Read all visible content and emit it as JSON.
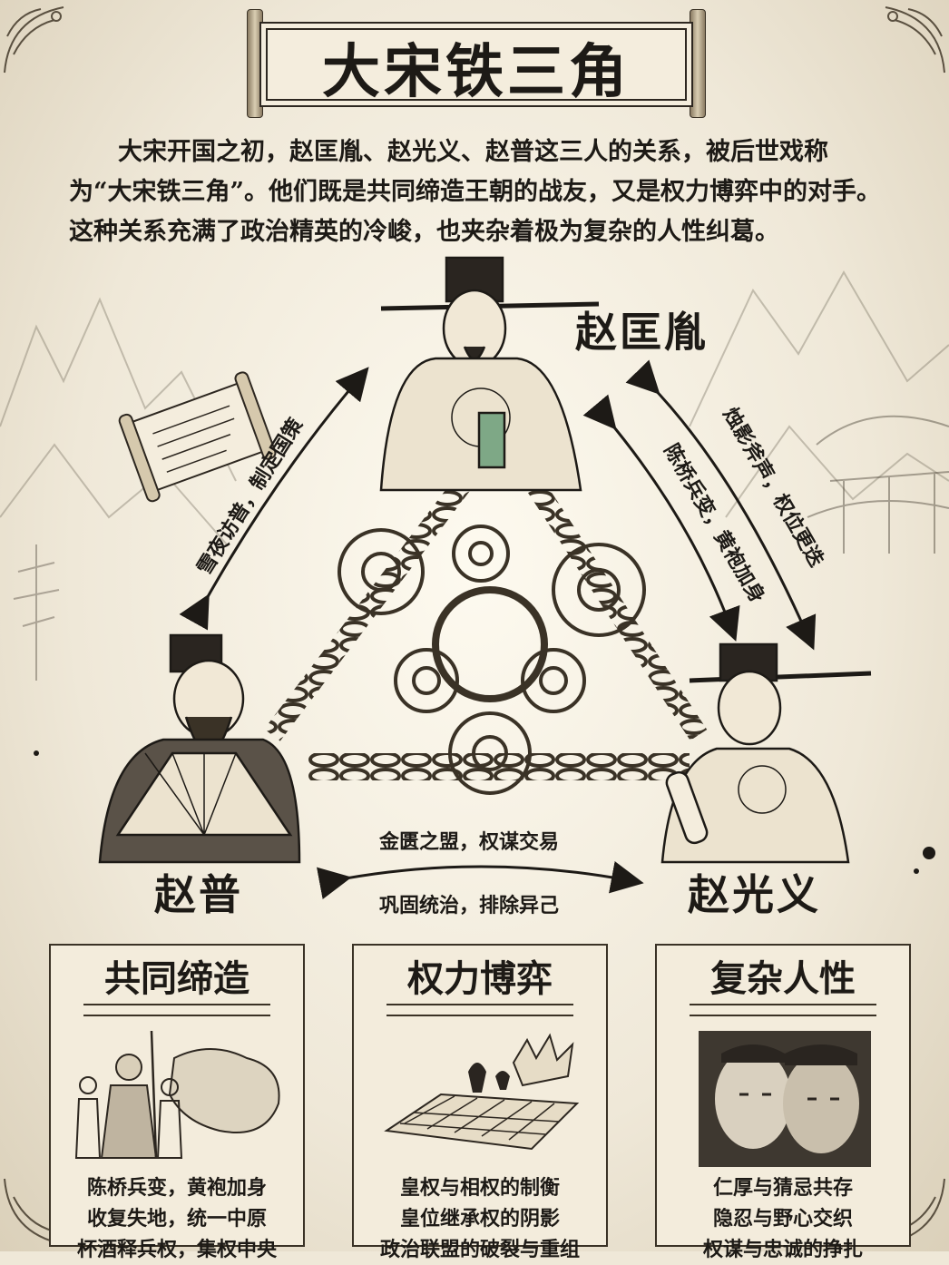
{
  "title": "大宋铁三角",
  "intro": "大宋开国之初，赵匡胤、赵光义、赵普这三人的关系，被后世戏称为“大宋铁三角”。他们既是共同缔造王朝的战友，又是权力博弈中的对手。这种关系充满了政治精英的冷峻，也夹杂着极为复杂的人性纠葛。",
  "figures": {
    "top": "赵匡胤",
    "left": "赵普",
    "right": "赵光义"
  },
  "relations": {
    "left_side": "雪夜访普，制定国策",
    "right_outer": "烛影斧声，权位更迭",
    "right_inner": "陈桥兵变，黄袍加身",
    "bottom_top": "金匮之盟，权谋交易",
    "bottom_bottom": "巩固统治，排除异己"
  },
  "panels": [
    {
      "title": "共同缔造",
      "lines": [
        "陈桥兵变，黄袍加身",
        "收复失地，统一中原",
        "杯酒释兵权，集权中央"
      ]
    },
    {
      "title": "权力博弈",
      "lines": [
        "皇权与相权的制衡",
        "皇位继承权的阴影",
        "政治联盟的破裂与重组"
      ]
    },
    {
      "title": "复杂人性",
      "lines": [
        "仁厚与猜忌共存",
        "隐忍与野心交织",
        "权谋与忠诚的挣扎"
      ]
    }
  ],
  "colors": {
    "ink": "#1d1a16",
    "paper": "#efe8d8",
    "jade": "#7ea886"
  }
}
